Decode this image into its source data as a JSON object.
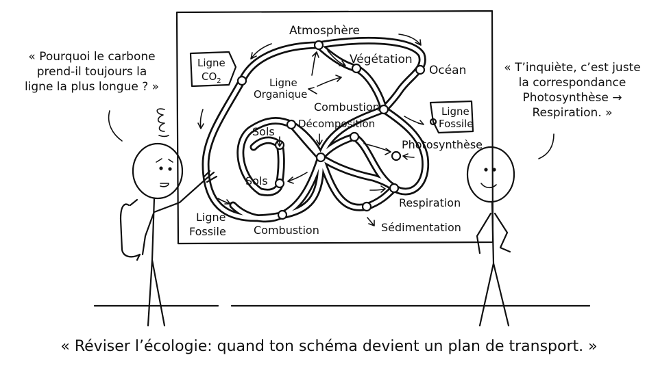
{
  "bubbles": {
    "left": [
      "« Pourquoi le carbone",
      "prend-il toujours la",
      "ligne la plus longue ? »"
    ],
    "right": [
      "« T’inquiète, c’est juste",
      "la correspondance",
      "Photosynthèse →",
      "Respiration. »"
    ]
  },
  "map": {
    "stations": {
      "atmosphere": "Atmosphère",
      "vegetation": "Végétation",
      "ocean": "Océan",
      "combustion_top": "Combustion",
      "decomposition": "Décomposition",
      "sols_top": "Sols",
      "sols_bottom": "Sols",
      "photosynthese": "Photosynthèse",
      "respiration": "Respiration",
      "sedimentation": "Sédimentation",
      "combustion_bottom": "Combustion"
    },
    "line_labels": {
      "co2_line": "Ligne",
      "co2_sub": "CO",
      "co2_subscript": "2",
      "organique_line": "Ligne",
      "organique_sub": "Organique",
      "fossile_top_line": "Ligne",
      "fossile_top_sub": "Fossile",
      "fossile_bottom_line": "Ligne",
      "fossile_bottom_sub": "Fossile"
    }
  },
  "caption": "« Réviser l’écologie: quand ton schéma devient un plan de transport. »"
}
